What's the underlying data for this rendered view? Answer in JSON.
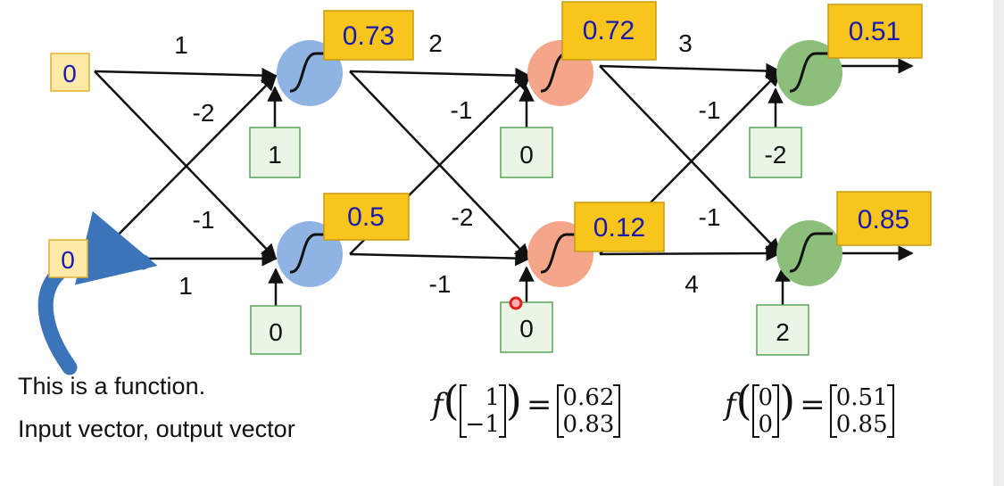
{
  "inputs": [
    "0",
    "0"
  ],
  "layers": [
    {
      "neuron_color": "#8fb3e3",
      "biases": [
        "1",
        "0"
      ],
      "outputs": [
        "0.73",
        "0.5"
      ],
      "weights": {
        "top_top": "1",
        "bottom_top": "-1",
        "top_bottom": "-2",
        "bottom_bottom": "1"
      }
    },
    {
      "neuron_color": "#f4a58a",
      "biases": [
        "0",
        "0"
      ],
      "outputs": [
        "0.72",
        "0.12"
      ],
      "weights": {
        "top_top": "2",
        "bottom_top": "-1",
        "top_bottom": "-2",
        "bottom_bottom": "-1"
      }
    },
    {
      "neuron_color": "#8cc07a",
      "biases": [
        "-2",
        "2"
      ],
      "outputs": [
        "0.51",
        "0.85"
      ],
      "weights": {
        "top_top": "3",
        "bottom_top": "-1",
        "top_bottom": "-1",
        "bottom_bottom": "4"
      }
    }
  ],
  "colors": {
    "input_box_fill": "#fde9a8",
    "input_box_border": "#e0b030",
    "output_box_fill": "#f7c51c",
    "output_box_border": "#c99a10",
    "bias_box_fill": "#e9f6e6",
    "bias_box_border": "#5aa35a",
    "value_text": "#1a1ab0",
    "arrow_blue": "#3b74b8"
  },
  "caption": {
    "line1": "This is a function.",
    "line2": "Input vector, output vector"
  },
  "equations": [
    {
      "f": "f",
      "input": [
        "1",
        "−1"
      ],
      "equals": "=",
      "output": [
        "0.62",
        "0.83"
      ]
    },
    {
      "f": "f",
      "input": [
        "0",
        "0"
      ],
      "equals": "=",
      "output": [
        "0.51",
        "0.85"
      ]
    }
  ]
}
